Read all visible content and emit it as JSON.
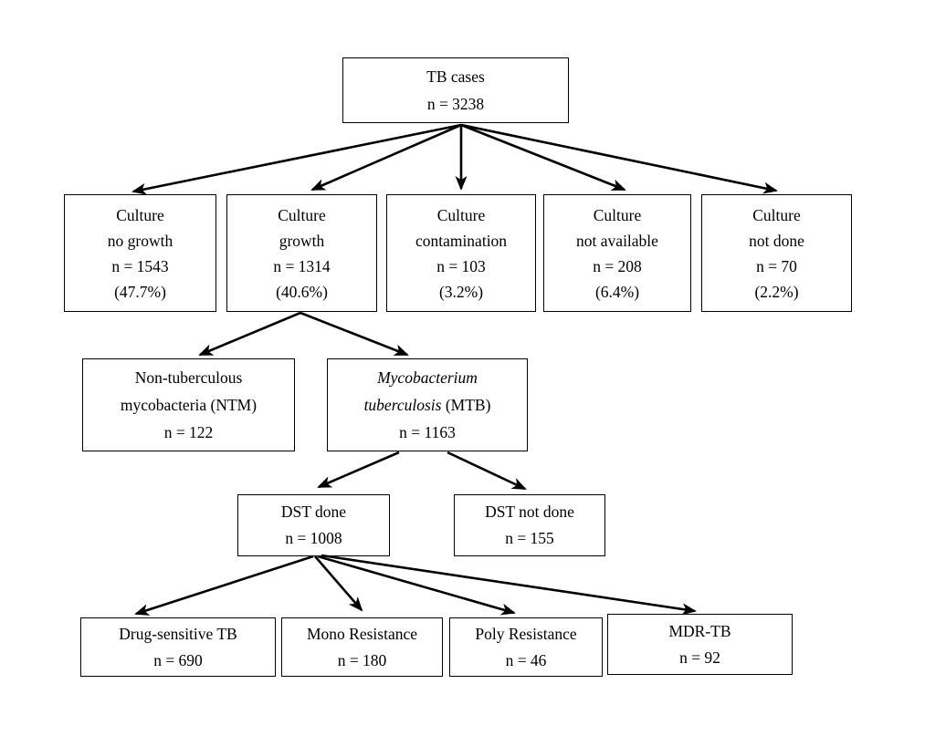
{
  "diagram": {
    "type": "flowchart",
    "background_color": "#ffffff",
    "line_color": "#000000",
    "nodes": {
      "tb_cases": {
        "line1": "TB cases",
        "line2": "n = 3238"
      },
      "culture_no_growth": {
        "line1": "Culture",
        "line2": "no growth",
        "line3": "n = 1543",
        "line4": "(47.7%)"
      },
      "culture_growth": {
        "line1": "Culture",
        "line2": "growth",
        "line3": "n = 1314",
        "line4": "(40.6%)"
      },
      "culture_contamination": {
        "line1": "Culture",
        "line2": "contamination",
        "line3": "n = 103",
        "line4": "(3.2%)"
      },
      "culture_not_available": {
        "line1": "Culture",
        "line2": "not available",
        "line3": "n = 208",
        "line4": "(6.4%)"
      },
      "culture_not_done": {
        "line1": "Culture",
        "line2": "not done",
        "line3": "n = 70",
        "line4": "(2.2%)"
      },
      "ntm": {
        "line1": "Non-tuberculous",
        "line2": "mycobacteria (NTM)",
        "line3": "n = 122"
      },
      "mtb": {
        "species_word1": "Mycobacterium",
        "species_word2": "tuberculosis",
        "abbrev": "(MTB)",
        "count": "n = 1163"
      },
      "dst_done": {
        "line1": "DST done",
        "line2": "n = 1008"
      },
      "dst_not_done": {
        "line1": "DST not done",
        "line2": "n = 155"
      },
      "drug_sensitive_tb": {
        "line1": "Drug-sensitive TB",
        "line2": "n = 690"
      },
      "mono_resistance": {
        "line1": "Mono Resistance",
        "line2": "n = 180"
      },
      "poly_resistance": {
        "line1": "Poly Resistance",
        "line2": "n = 46"
      },
      "mdr_tb": {
        "line1": "MDR-TB",
        "line2": "n = 92"
      }
    }
  }
}
